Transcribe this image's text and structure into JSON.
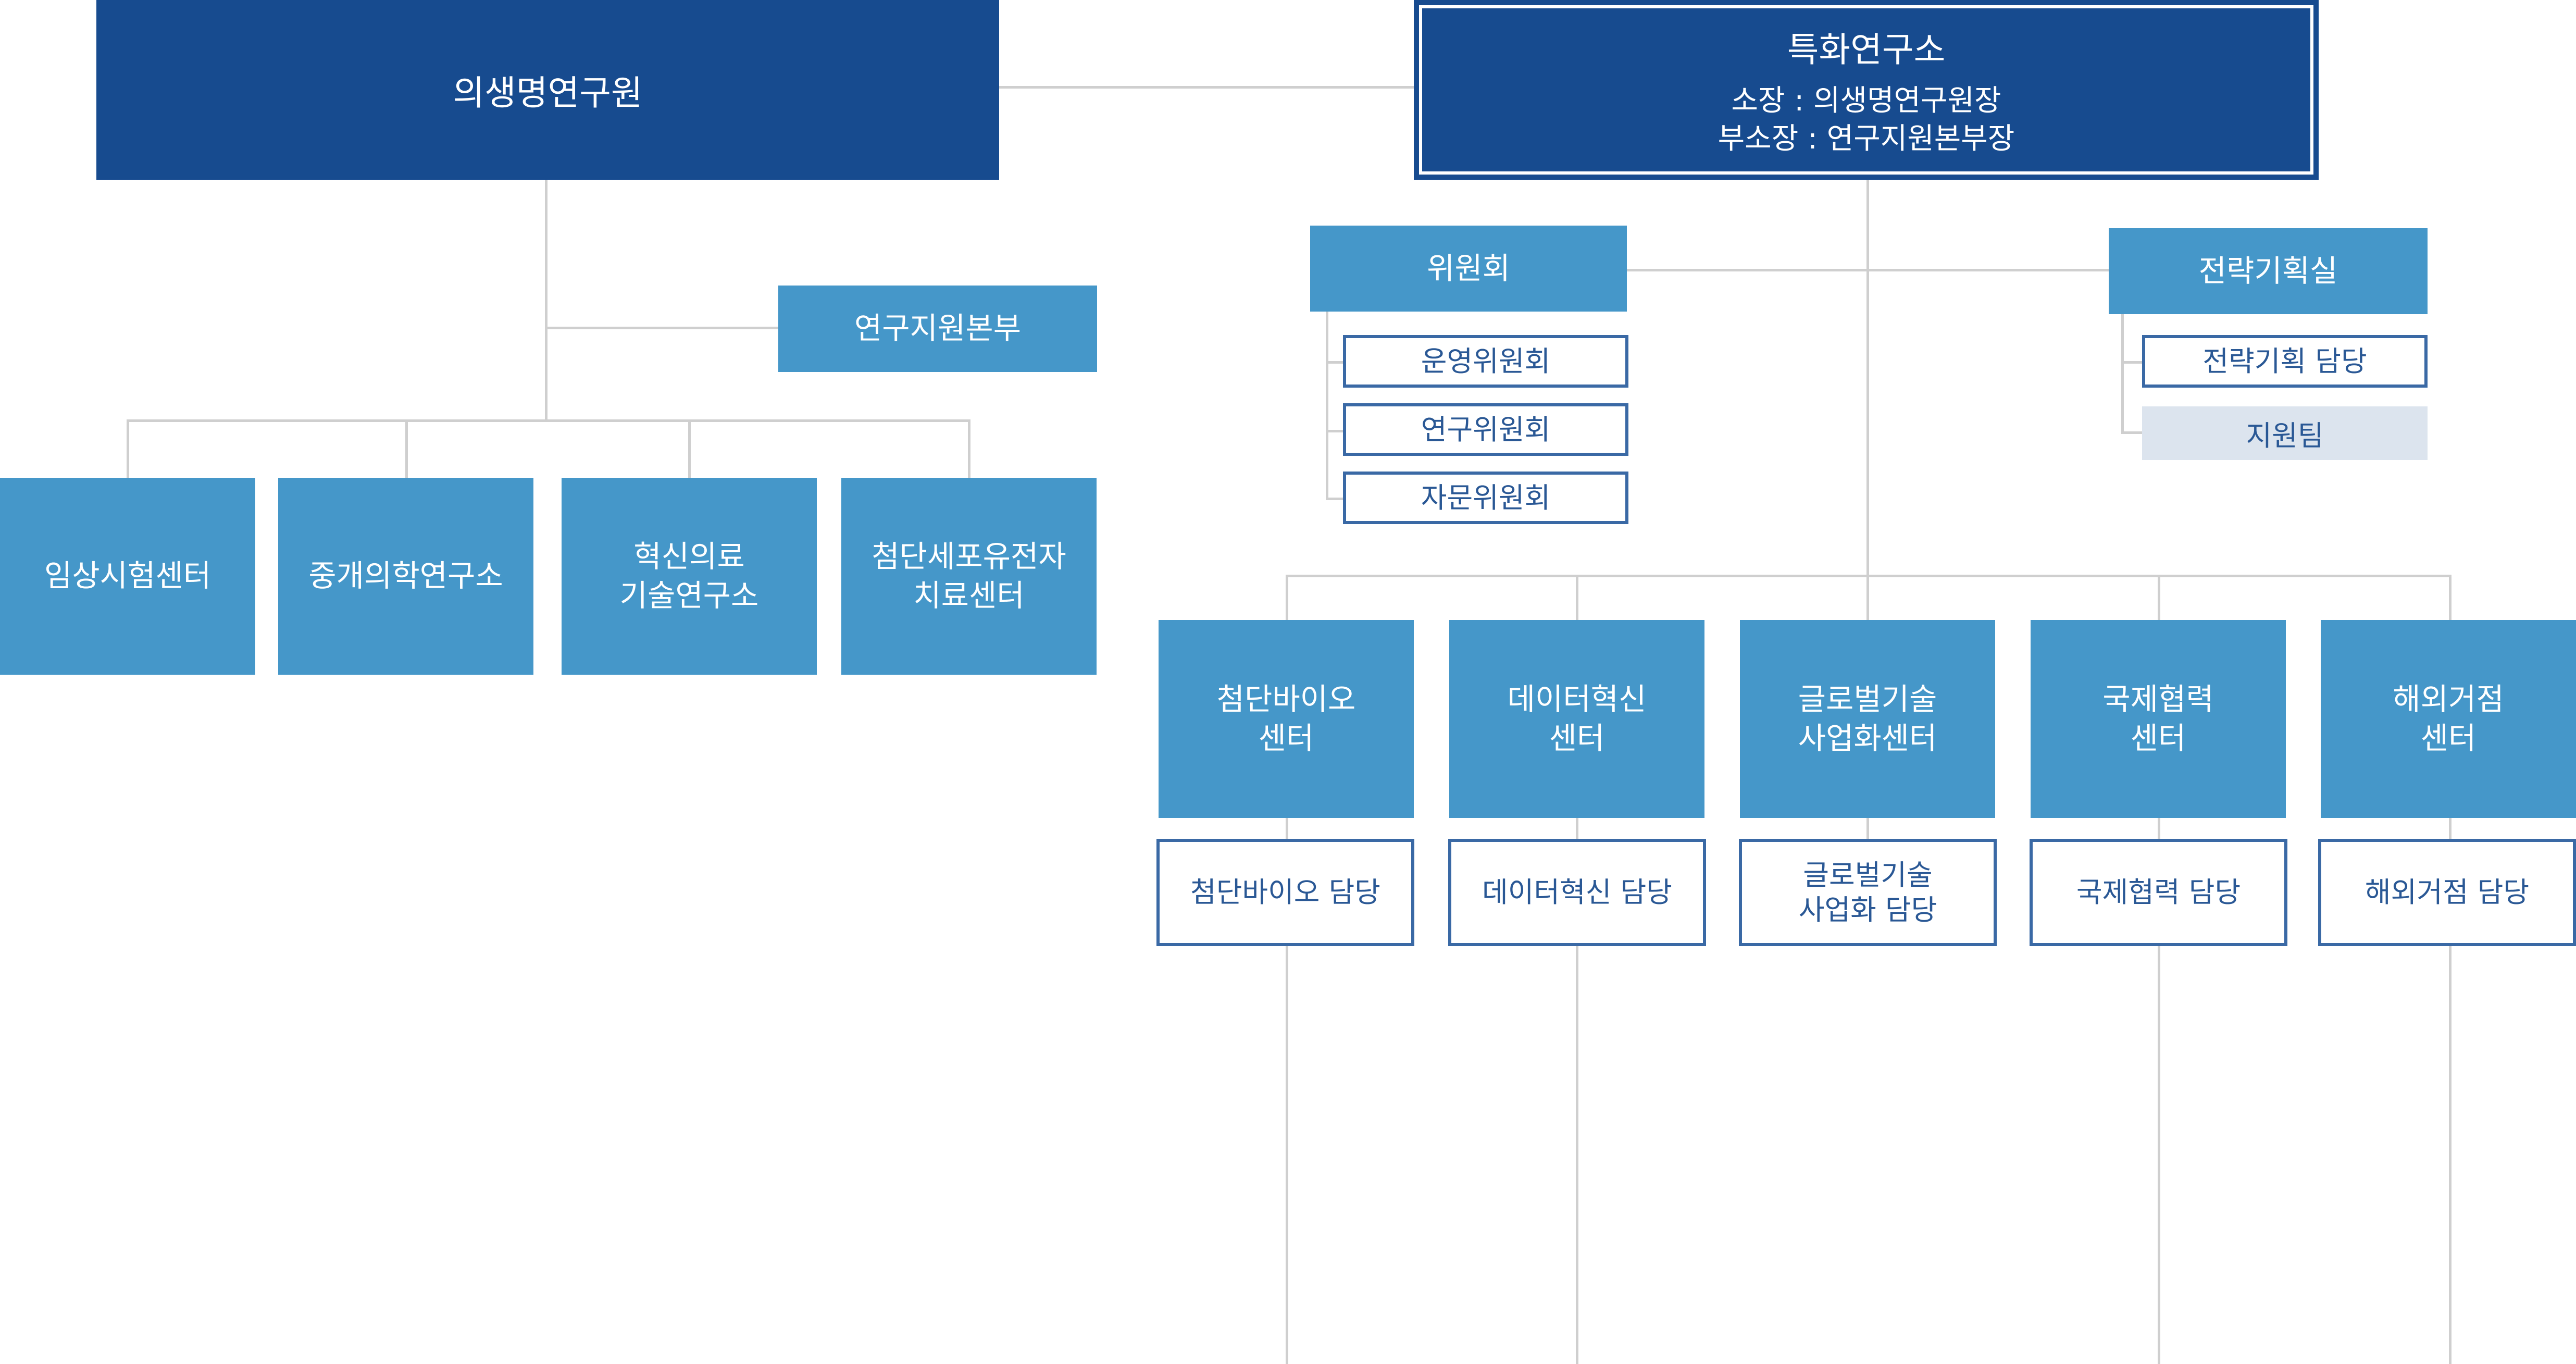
{
  "left": {
    "institute": "의생명연구원",
    "support_hq": "연구지원본부",
    "centers": [
      "임상시험센터",
      "중개의학연구소",
      "혁신의료\n기술연구소",
      "첨단세포유전자\n치료센터"
    ]
  },
  "right": {
    "title": "특화연구소",
    "director": "소장 : 의생명연구원장",
    "vice_director": "부소장 : 연구지원본부장",
    "committee": {
      "title": "위원회",
      "items": [
        "운영위원회",
        "연구위원회",
        "자문위원회"
      ]
    },
    "strategy": {
      "title": "전략기획실",
      "items": [
        "전략기획 담당",
        "지원팀"
      ]
    },
    "centers": [
      {
        "name": "첨단바이오\n센터",
        "sub": "첨단바이오 담당"
      },
      {
        "name": "데이터혁신\n센터",
        "sub": "데이터혁신 담당"
      },
      {
        "name": "글로벌기술\n사업화센터",
        "sub": "글로벌기술\n사업화 담당"
      },
      {
        "name": "국제협력\n센터",
        "sub": "국제협력 담당"
      },
      {
        "name": "해외거점\n센터",
        "sub": "해외거점 담당"
      }
    ]
  },
  "colors": {
    "navy": "#174b8f",
    "blue": "#4597c9",
    "outline_text": "#2a5895",
    "soft_fill": "#dce4ee",
    "connector": "#cfcfcf"
  }
}
